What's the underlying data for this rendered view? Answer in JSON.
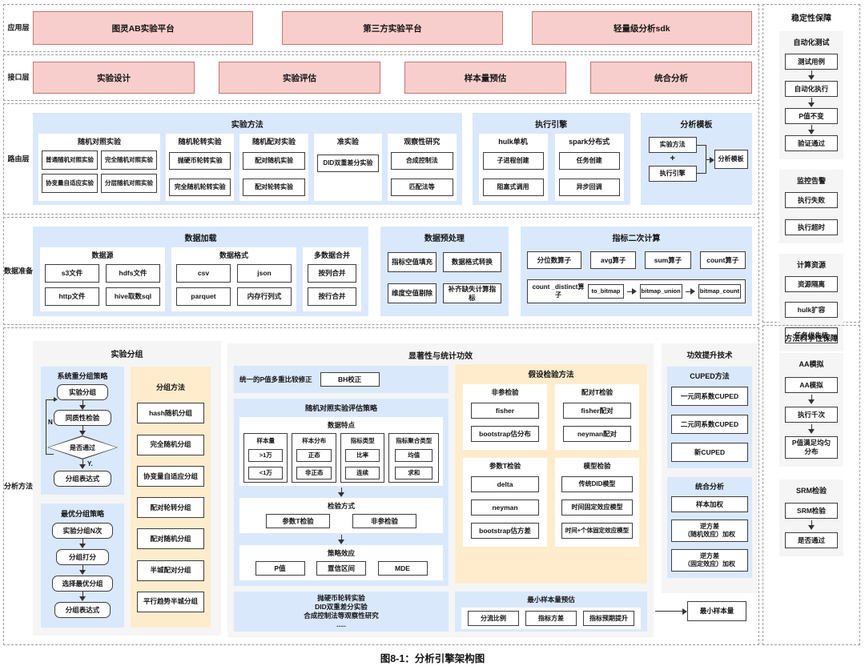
{
  "caption": "图8-1：分析引擎架构图",
  "colors": {
    "pink": "#f8cecc",
    "pink_border": "#c27671",
    "blue": "#dae8fc",
    "yellow": "#feeccd",
    "gray": "#f5f5f5"
  },
  "app_layer": {
    "label": "应用层",
    "platforms": [
      "图灵AB实验平台",
      "第三方实验平台",
      "轻量级分析sdk"
    ]
  },
  "interface_layer": {
    "label": "接口层",
    "modules": [
      "实验设计",
      "实验评估",
      "样本量预估",
      "统合分析"
    ]
  },
  "routing_layer": {
    "label": "路由层",
    "experiment_methods": {
      "title": "实验方法",
      "rct": {
        "title": "随机对照实验",
        "items": [
          "普通随机对照实验",
          "完全随机对照实验",
          "协变量自适应实验",
          "分层随机对照实验"
        ]
      },
      "rotation": {
        "title": "随机轮转实验",
        "items": [
          "抛硬币轮转实验",
          "完全随机轮转实验"
        ]
      },
      "paired": {
        "title": "随机配对实验",
        "items": [
          "配对随机实验",
          "配对轮转实验"
        ]
      },
      "quasi": {
        "title": "准实验",
        "items": [
          "DID双重差分实验"
        ]
      },
      "observational": {
        "title": "观察性研究",
        "items": [
          "合成控制法",
          "匹配法等"
        ]
      }
    },
    "execution_engine": {
      "title": "执行引擎",
      "hulk": {
        "title": "hulk单机",
        "items": [
          "子进程创建",
          "阻塞式调用"
        ]
      },
      "spark": {
        "title": "spark分布式",
        "items": [
          "任务创建",
          "异步回调"
        ]
      }
    },
    "analysis_template": {
      "title": "分析模板",
      "method": "实验方法",
      "plus": "+",
      "engine": "执行引擎",
      "output": "分析模板"
    }
  },
  "data_layer": {
    "label": "数据准备",
    "loading": {
      "title": "数据加载",
      "sources": {
        "title": "数据源",
        "items": [
          "s3文件",
          "hdfs文件",
          "http文件",
          "hive取数sql"
        ]
      },
      "formats": {
        "title": "数据格式",
        "items": [
          "csv",
          "json",
          "parquet",
          "内存行列式"
        ]
      },
      "merge": {
        "title": "多数据合并",
        "items": [
          "按列合并",
          "按行合并"
        ]
      }
    },
    "preprocess": {
      "title": "数据预处理",
      "items": [
        "指标空值填充",
        "数据格式转换",
        "维度空值剔除",
        "补齐缺失计算指标"
      ]
    },
    "secondary": {
      "title": "指标二次计算",
      "operators": [
        "分位数算子",
        "avg算子",
        "sum算子",
        "count算子"
      ],
      "distinct": {
        "label": "count _distinct算子",
        "steps": [
          "to_bitmap",
          "bitmap_union",
          "bitmap_count"
        ]
      }
    }
  },
  "analysis_layer": {
    "label": "分析方法",
    "grouping": {
      "title": "实验分组",
      "regroup": {
        "title": "系统重分组策略",
        "steps": [
          "实验分组",
          "同质性检验"
        ],
        "decision": "是否通过",
        "yes": "Y.",
        "no": "N",
        "result": "分组表达式"
      },
      "optimal": {
        "title": "最优分组策略",
        "steps": [
          "实验分组N次",
          "分组打分",
          "选择最优分组",
          "分组表达式"
        ]
      },
      "methods": {
        "title": "分组方法",
        "items": [
          "hash随机分组",
          "完全随机分组",
          "协变量自适应分组",
          "配对轮转分组",
          "配对随机分组",
          "半城配对分组",
          "平行趋势半城分组"
        ]
      }
    },
    "significance": {
      "title": "显著性与统计功效",
      "correction": {
        "label": "统一的P值多重比较修正",
        "box": "BH校正"
      },
      "rct_strategy": {
        "title": "随机对照实验评估策略",
        "data_traits": {
          "title": "数据特点",
          "groups": [
            {
              "title": "样本量",
              "items": [
                ">1万",
                "<1万"
              ]
            },
            {
              "title": "样本分布",
              "items": [
                "正态",
                "非正态"
              ]
            },
            {
              "title": "指标类型",
              "items": [
                "比率",
                "连续"
              ]
            },
            {
              "title": "指标聚合类型",
              "items": [
                "均值",
                "求和"
              ]
            }
          ]
        },
        "test_method": {
          "title": "检验方式",
          "items": [
            "参数T检验",
            "非参检验"
          ]
        },
        "effect": {
          "title": "策略效应",
          "items": [
            "P值",
            "置信区间",
            "MDE"
          ]
        }
      },
      "other_note": {
        "lines": [
          "抛硬币轮转实验",
          "DID双重差分实验",
          "合成控制法等观察性研究",
          "....."
        ]
      },
      "hypothesis": {
        "title": "假设检验方法",
        "nonparam": {
          "title": "非参检验",
          "items": [
            "fisher",
            "bootstrap估分布"
          ]
        },
        "paired_t": {
          "title": "配对T检验",
          "items": [
            "fisher配对",
            "neyman配对"
          ]
        },
        "param_t": {
          "title": "参数T检验",
          "items": [
            "delta",
            "neyman",
            "bootstrap估方差"
          ]
        },
        "model": {
          "title": "模型检验",
          "items": [
            "传统DID模型",
            "时间固定效应模型",
            "时间+个体固定效应模型"
          ]
        }
      },
      "sample_estimate": {
        "title": "最小样本量预估",
        "items": [
          "分流比例",
          "指标方差",
          "指标预期提升"
        ],
        "output": "最小样本量"
      }
    },
    "power": {
      "title": "功效提升技术",
      "cuped": {
        "title": "CUPED方法",
        "items": [
          "一元同系数CUPED",
          "二元同系数CUPED",
          "新CUPED"
        ]
      },
      "meta": {
        "title": "统合分析",
        "items": [
          "样本加权",
          "逆方差\n（随机效应）加权",
          "逆方差\n（固定效应）加权"
        ]
      }
    }
  },
  "stability": {
    "title": "稳定性保障",
    "autotest": {
      "title": "自动化测试",
      "steps": [
        "测试用例",
        "自动化执行",
        "P值不变",
        "验证通过"
      ]
    },
    "monitor": {
      "title": "监控告警",
      "items": [
        "执行失败",
        "执行超时"
      ]
    },
    "resources": {
      "title": "计算资源",
      "items": [
        "资源隔离",
        "hulk扩容",
        "任务优先级"
      ]
    }
  },
  "scientific": {
    "title": "方法科学性保障",
    "aa": {
      "title": "AA模拟",
      "steps": [
        "AA模拟",
        "执行千次",
        "P值满足均匀\n分布"
      ]
    },
    "srm": {
      "title": "SRM检验",
      "steps": [
        "SRM检验",
        "是否通过"
      ]
    }
  }
}
